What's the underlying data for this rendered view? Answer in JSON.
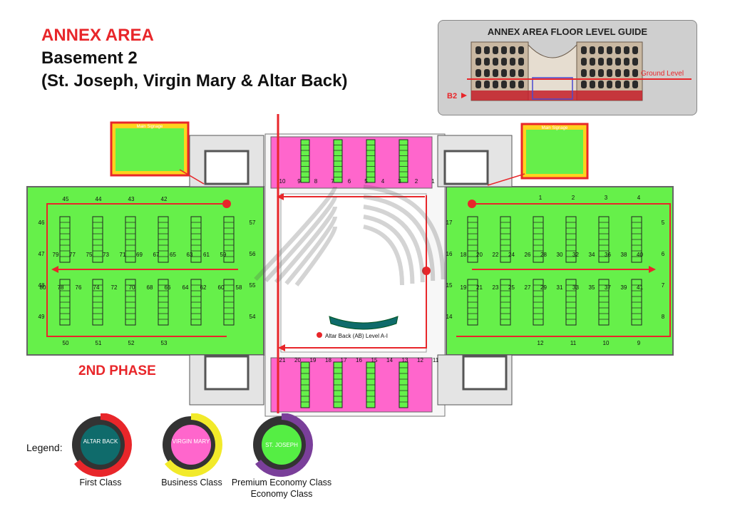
{
  "header": {
    "title": "ANNEX AREA",
    "subtitle_line1": "Basement 2",
    "subtitle_line2": "(St. Joseph, Virgin Mary & Altar Back)"
  },
  "floor_guide": {
    "title": "ANNEX AREA FLOOR LEVEL GUIDE",
    "ground_label": "Ground Level",
    "level_label": "B2"
  },
  "phase_label": "2ND PHASE",
  "altar": {
    "label": "Altar Back (AB) Level A-I"
  },
  "signage_label": "Main Signage",
  "top_sections": [
    "10",
    "9",
    "8",
    "7",
    "6",
    "5",
    "4",
    "3",
    "2",
    "1"
  ],
  "bottom_sections": [
    "21",
    "20",
    "19",
    "18",
    "17",
    "16",
    "15",
    "14",
    "13",
    "12",
    "11"
  ],
  "left_top_numbers": [
    "45",
    "44",
    "43",
    "42"
  ],
  "left_bottom_numbers": [
    "50",
    "51",
    "52",
    "53"
  ],
  "left_side_numbers": [
    "46",
    "47",
    "48",
    "49"
  ],
  "left_inner_top": [
    "79",
    "77",
    "75",
    "73",
    "71",
    "69",
    "67",
    "65",
    "63",
    "61",
    "59"
  ],
  "left_inner_bottom": [
    "80",
    "78",
    "76",
    "74",
    "72",
    "70",
    "68",
    "66",
    "64",
    "62",
    "60",
    "58"
  ],
  "left_right_col": [
    "57",
    "56",
    "55",
    "54"
  ],
  "right_top_numbers": [
    "1",
    "2",
    "3",
    "4"
  ],
  "right_bottom_numbers": [
    "12",
    "11",
    "10",
    "9"
  ],
  "right_side_numbers": [
    "5",
    "6",
    "7",
    "8"
  ],
  "right_inner_top": [
    "18",
    "20",
    "22",
    "24",
    "26",
    "28",
    "30",
    "32",
    "34",
    "36",
    "38",
    "40"
  ],
  "right_inner_bottom": [
    "19",
    "21",
    "23",
    "25",
    "27",
    "29",
    "31",
    "33",
    "35",
    "37",
    "39",
    "41"
  ],
  "right_left_col": [
    "17",
    "16",
    "15",
    "14"
  ],
  "legend": {
    "label": "Legend:",
    "items": [
      {
        "badge": "ALTAR BACK",
        "caption": "First Class",
        "ring": "#e8262a",
        "inner": "#0f6b6b"
      },
      {
        "badge": "VIRGIN MARY",
        "caption": "Business Class",
        "ring": "#f2ea2a",
        "inner": "#ff66cc"
      },
      {
        "badge": "ST. JOSEPH",
        "caption_line1": "Premium Economy Class",
        "caption_line2": "Economy Class",
        "ring": "#7a3f9a",
        "inner": "#55ee44"
      }
    ]
  },
  "colors": {
    "green": "#66f04a",
    "pink": "#ff66cc",
    "red": "#e8262a",
    "teal": "#0f6b6b"
  }
}
